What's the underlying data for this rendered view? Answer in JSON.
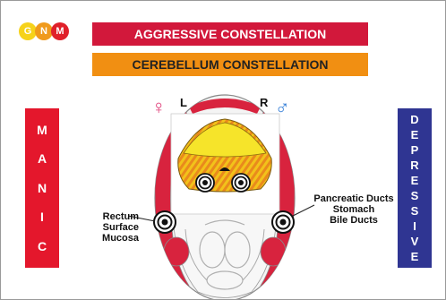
{
  "logo": {
    "letters": [
      "G",
      "N",
      "M"
    ],
    "colors": [
      "#f6d21a",
      "#f09a1c",
      "#e0202a"
    ]
  },
  "banners": {
    "top": {
      "text": "AGGRESSIVE CONSTELLATION",
      "color": "#d2183b"
    },
    "second": {
      "text": "CEREBELLUM CONSTELLATION",
      "color": "#f18f12"
    }
  },
  "left_bar": {
    "letters": [
      "M",
      "A",
      "N",
      "I",
      "C"
    ],
    "color": "#e4172c"
  },
  "right_bar": {
    "letters": [
      "D",
      "E",
      "P",
      "R",
      "E",
      "S",
      "S",
      "I",
      "V",
      "E"
    ],
    "color": "#2f3592"
  },
  "symbols": {
    "female": "♀",
    "male": "♂",
    "left": "L",
    "right": "R",
    "female_color": "#e0407a",
    "male_color": "#2f7bd6"
  },
  "labels": {
    "left": [
      "Rectum",
      "Surface Mucosa"
    ],
    "right": [
      "Pancreatic Ducts",
      "Stomach",
      "Bile Ducts"
    ]
  }
}
